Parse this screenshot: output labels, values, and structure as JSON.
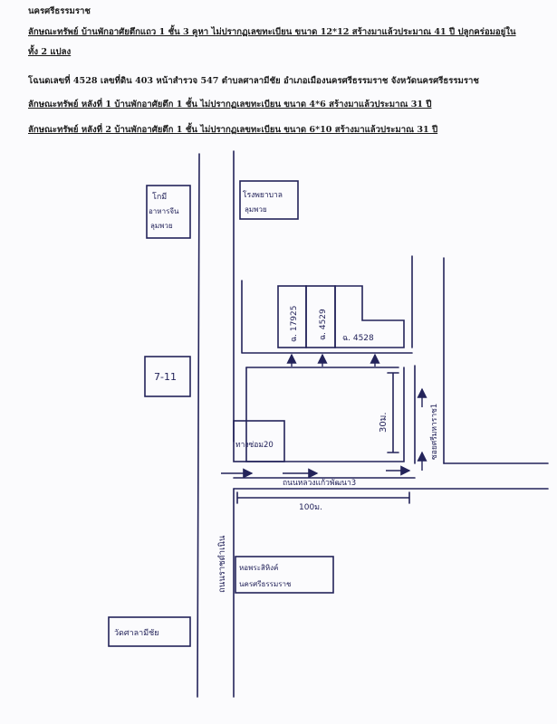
{
  "header": {
    "province": "นครศรีธรรมราช",
    "line_property_1": "ลักษณะทรัพย์  บ้านพักอาศัยตึกแถว  1 ชั้น  3 คูหา  ไม่ปรากฏเลขทะเบียน  ขนาด 12*12  สร้างมาแล้วประมาณ 41 ปี  ปลูกคร่อมอยู่ใน",
    "line_property_1_cont": "ทั้ง 2 แปลง",
    "line_deed": "โฉนดเลขที่ 4528 เลขที่ดิน  403  หน้าสำรวจ 547  ตำบลศาลามีชัย  อำเภอเมืองนครศรีธรรมราช จังหวัดนครศรีธรรมราช",
    "line_building_1": "ลักษณะทรัพย์ หลังที่ 1 บ้านพักอาศัยตึก 1 ชั้น ไม่ปรากฏเลขทะเบียน  ขนาด 4*6  สร้างมาแล้วประมาณ 31 ปี",
    "line_building_2": "ลักษณะทรัพย์ หลังที่ 2 บ้านพักอาศัยตึก 1 ชั้น ไม่ปรากฏเลขทะเบียน  ขนาด 6*10  สร้างมาแล้วประมาณ 31 ปี"
  },
  "map": {
    "box_top_left": [
      "โกมี",
      "อาหารจีน",
      "ลุมพวย"
    ],
    "box_top_center": [
      "โรงพยาบาล",
      "ลุมพวย"
    ],
    "box_seven_eleven": "7-11",
    "plot_1": "ฉ. 17925",
    "plot_2": "ฉ. 4529",
    "plot_3": "ฉ. 4528",
    "dim_vertical": "30ม.",
    "box_lower_left": "ทางซ่อม20",
    "soi_label": "ซอยศรีมหาราช1",
    "road_lane_label": "ถนนหลวงแก้วพัฒนา3",
    "dim_horizontal": "100ม.",
    "main_road_label": "ถนนราชดำเนิน",
    "box_bottom_center": [
      "หอพระสิหิงค์",
      "นครศรีธรรมราช"
    ],
    "box_bottom_left": "วัดศาลามีชัย"
  },
  "colors": {
    "ink": "#23235a",
    "header_text": "#1c1c1c",
    "paper": "#fbfbfd"
  }
}
